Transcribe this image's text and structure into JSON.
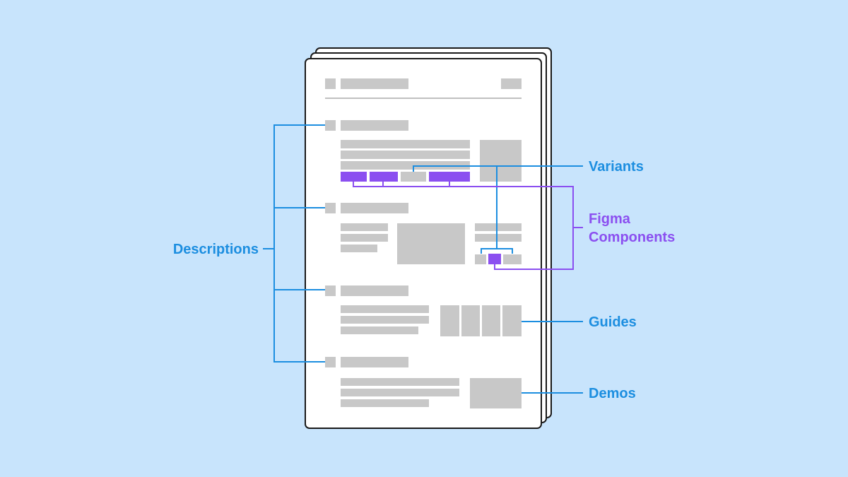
{
  "labels": {
    "descriptions": "Descriptions",
    "variants": "Variants",
    "figma_line1": "Figma",
    "figma_line2": "Components",
    "guides": "Guides",
    "demos": "Demos"
  },
  "colors": {
    "background": "#c8e4fc",
    "page_fill": "#ffffff",
    "page_stroke": "#1a1a1a",
    "placeholder": "#c8c8c8",
    "blue": "#1c8ee0",
    "purple": "#8b4ff0",
    "divider": "#c0c0c0"
  },
  "icons": {
    "document_stack": "document-stack-icon"
  }
}
